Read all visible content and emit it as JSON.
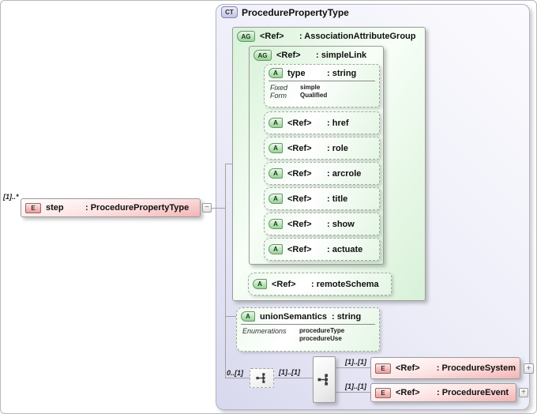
{
  "source": {
    "cardinality": "[1]..*",
    "badge": "E",
    "name": "step",
    "type": ": ProcedurePropertyType"
  },
  "icons": {
    "collapse": "−",
    "expand": "+"
  },
  "ct": {
    "badge": "CT",
    "title": "ProcedurePropertyType",
    "ag": {
      "badge": "AG",
      "name": "<Ref>",
      "type": ": AssociationAttributeGroup"
    },
    "simplelink": {
      "badge": "AG",
      "name": "<Ref>",
      "type": ": simpleLink"
    },
    "type_attr": {
      "badge": "A",
      "name": "type",
      "type": ": string",
      "facets": [
        {
          "label": "Fixed",
          "value": "simple"
        },
        {
          "label": "Form",
          "value": "Qualified"
        }
      ]
    },
    "attrs": [
      {
        "badge": "A",
        "name": "<Ref>",
        "type": ": href"
      },
      {
        "badge": "A",
        "name": "<Ref>",
        "type": ": role"
      },
      {
        "badge": "A",
        "name": "<Ref>",
        "type": ": arcrole"
      },
      {
        "badge": "A",
        "name": "<Ref>",
        "type": ": title"
      },
      {
        "badge": "A",
        "name": "<Ref>",
        "type": ": show"
      },
      {
        "badge": "A",
        "name": "<Ref>",
        "type": ": actuate"
      }
    ],
    "remote": {
      "badge": "A",
      "name": "<Ref>",
      "type": ": remoteSchema"
    },
    "union": {
      "badge": "A",
      "name": "unionSemantics",
      "type": ": string",
      "enum_label": "Enumerations",
      "enum_values": [
        "procedureType",
        "procedureUse"
      ]
    },
    "model": {
      "outer_cardinality": "0..[1]",
      "link_cardinality": "[1]..[1]",
      "branches": [
        {
          "cardinality": "[1]..[1]",
          "badge": "E",
          "name": "<Ref>",
          "type": ": ProcedureSystem"
        },
        {
          "cardinality": "[1]..[1]",
          "badge": "E",
          "name": "<Ref>",
          "type": ": ProcedureEvent"
        }
      ]
    }
  }
}
